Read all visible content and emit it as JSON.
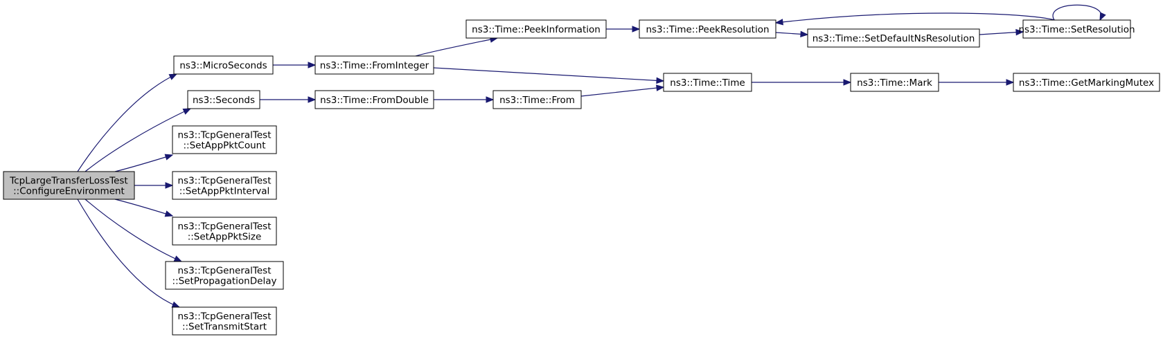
{
  "graph": {
    "nodes": {
      "root": [
        "TcpLargeTransferLossTest",
        "::ConfigureEnvironment"
      ],
      "micro": [
        "ns3::MicroSeconds"
      ],
      "seconds": [
        "ns3::Seconds"
      ],
      "setAppPktCount": [
        "ns3::TcpGeneralTest",
        "::SetAppPktCount"
      ],
      "setAppPktInterval": [
        "ns3::TcpGeneralTest",
        "::SetAppPktInterval"
      ],
      "setAppPktSize": [
        "ns3::TcpGeneralTest",
        "::SetAppPktSize"
      ],
      "setPropDelay": [
        "ns3::TcpGeneralTest",
        "::SetPropagationDelay"
      ],
      "setTransmitStart": [
        "ns3::TcpGeneralTest",
        "::SetTransmitStart"
      ],
      "fromInteger": [
        "ns3::Time::FromInteger"
      ],
      "fromDouble": [
        "ns3::Time::FromDouble"
      ],
      "from": [
        "ns3::Time::From"
      ],
      "peekInfo": [
        "ns3::Time::PeekInformation"
      ],
      "peekRes": [
        "ns3::Time::PeekResolution"
      ],
      "setDefaultNs": [
        "ns3::Time::SetDefaultNsResolution"
      ],
      "setRes": [
        "ns3::Time::SetResolution"
      ],
      "time": [
        "ns3::Time::Time"
      ],
      "mark": [
        "ns3::Time::Mark"
      ],
      "getMutex": [
        "ns3::Time::GetMarkingMutex"
      ]
    },
    "edges": [
      [
        "root",
        "micro"
      ],
      [
        "root",
        "seconds"
      ],
      [
        "root",
        "setAppPktCount"
      ],
      [
        "root",
        "setAppPktInterval"
      ],
      [
        "root",
        "setAppPktSize"
      ],
      [
        "root",
        "setPropDelay"
      ],
      [
        "root",
        "setTransmitStart"
      ],
      [
        "micro",
        "fromInteger"
      ],
      [
        "seconds",
        "fromDouble"
      ],
      [
        "fromInteger",
        "peekInfo"
      ],
      [
        "fromInteger",
        "time"
      ],
      [
        "fromDouble",
        "from"
      ],
      [
        "from",
        "time"
      ],
      [
        "peekInfo",
        "peekRes"
      ],
      [
        "peekRes",
        "setDefaultNs"
      ],
      [
        "setDefaultNs",
        "setRes"
      ],
      [
        "setRes",
        "peekRes"
      ],
      [
        "setRes",
        "setRes"
      ],
      [
        "time",
        "mark"
      ],
      [
        "mark",
        "getMutex"
      ]
    ],
    "colors": {
      "edge": "#191970",
      "root_fill": "#bfbfbf",
      "node_fill": "#ffffff",
      "node_border": "#000000"
    }
  }
}
